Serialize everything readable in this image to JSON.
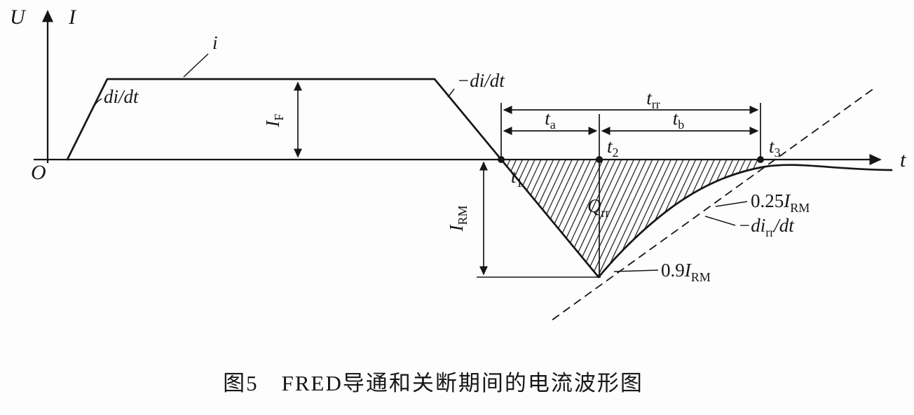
{
  "figure": {
    "axes": {
      "voltage_axis_label": "U",
      "current_axis_label": "I",
      "origin_label": "O",
      "time_axis_label": "t"
    },
    "annotations": {
      "turn_on_slope": "di/dt",
      "forward_current_curve": "i",
      "turn_off_slope": "−di/dt",
      "forward_current": {
        "base": "I",
        "sub": "F"
      },
      "reverse_recovery_time": {
        "base": "t",
        "sub": "rr"
      },
      "time_a": {
        "base": "t",
        "sub": "a"
      },
      "time_b": {
        "base": "t",
        "sub": "b"
      },
      "t1": {
        "base": "t",
        "sub": "1"
      },
      "t2": {
        "base": "t",
        "sub": "2"
      },
      "t3": {
        "base": "t",
        "sub": "3"
      },
      "reverse_recovery_charge": {
        "base": "Q",
        "sub": "rr"
      },
      "reverse_peak_current": {
        "base": "I",
        "sub": "RM"
      },
      "quarter_irm": {
        "prefix": "0.25",
        "base": "I",
        "sub": "RM"
      },
      "recovery_slope": {
        "prefix": "−di",
        "sub": "rr",
        "suffix": "/dt"
      },
      "ninety_percent_irm": {
        "prefix": "0.9",
        "base": "I",
        "sub": "RM"
      }
    },
    "caption": "图5　FRED导通和关断期间的电流波形图",
    "colors": {
      "ink": "#161616",
      "background": "#fdfdfd"
    }
  }
}
